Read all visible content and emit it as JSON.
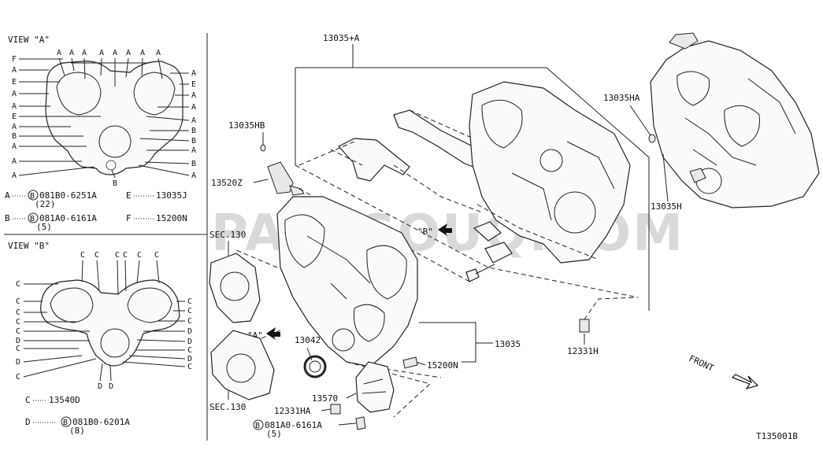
{
  "watermark": "PARTSOUQ.COM",
  "view_a": {
    "title": "VIEW \"A\"",
    "top_letters": [
      "A",
      "A",
      "A",
      "A",
      "A",
      "A",
      "A",
      "A"
    ],
    "left_letters": [
      "F",
      "A",
      "E",
      "A",
      "A",
      "E",
      "A",
      "B",
      "A",
      "A",
      "A"
    ],
    "right_letters": [
      "A",
      "E",
      "A",
      "A",
      "A",
      "B",
      "B",
      "A",
      "B",
      "A"
    ],
    "bottom_letter": "B",
    "legend": {
      "a_key": "A",
      "a_part": "081B0-6251A",
      "a_qty": "(22)",
      "b_key": "B",
      "b_part": "081A0-6161A",
      "b_qty": "(5)",
      "e_key": "E",
      "e_part": "13035J",
      "f_key": "F",
      "f_part": "15200N"
    }
  },
  "view_b": {
    "title": "VIEW \"B\"",
    "top_letters": [
      "C",
      "C",
      "C",
      "C",
      "C",
      "C"
    ],
    "left_letters": [
      "C",
      "C",
      "C",
      "C",
      "C",
      "D",
      "C",
      "D",
      "C"
    ],
    "right_letters": [
      "C",
      "C",
      "C",
      "D",
      "D",
      "C",
      "D",
      "C"
    ],
    "bottom_letters": [
      "D",
      "D"
    ],
    "legend": {
      "c_key": "C",
      "c_part": "13540D",
      "d_key": "D",
      "d_part": "081B0-6201A",
      "d_qty": "(8)"
    }
  },
  "callouts": {
    "p13035a": "13035+A",
    "p13035hb": "13035HB",
    "p13520z": "13520Z",
    "sec130_top": "SEC.130",
    "sec130_bottom": "SEC.130",
    "p13042": "13042",
    "p13035": "13035",
    "p15200n": "15200N",
    "p13570": "13570",
    "p12331ha": "12331HA",
    "bolt_part": "081A0-6161A",
    "bolt_qty": "(5)",
    "p12331h": "12331H",
    "p13035ha": "13035HA",
    "p13035h": "13035H",
    "view_a_arrow": "\"A\"",
    "view_b_arrow": "\"B\"",
    "front": "FRONT",
    "diagram_code": "T135001B",
    "circle_b": "B"
  }
}
